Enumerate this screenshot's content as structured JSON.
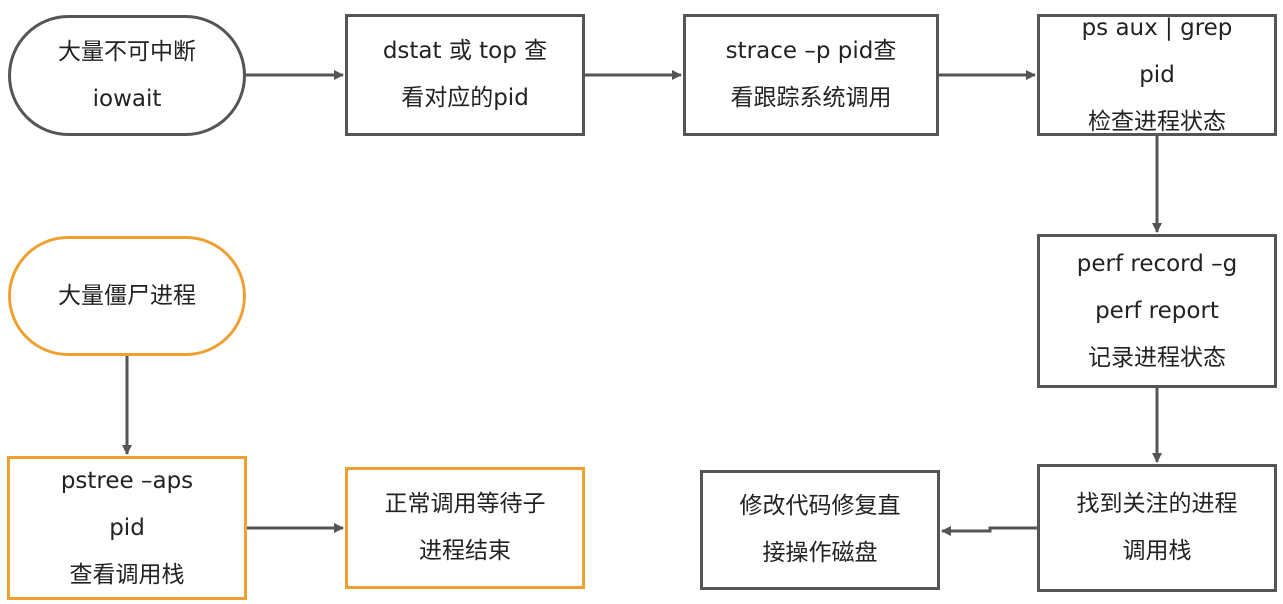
{
  "colors": {
    "gray": "#555555",
    "orange": "#f0a030"
  },
  "nodes": {
    "iowait": [
      "大量不可中断",
      "iowait"
    ],
    "dstat": [
      "dstat 或 top 查",
      "看对应的pid"
    ],
    "strace": [
      "strace –p pid查",
      "看跟踪系统调用"
    ],
    "ps": [
      "ps aux | grep",
      "pid",
      "检查进程状态"
    ],
    "perf": [
      "perf record –g",
      "perf report",
      "记录进程状态"
    ],
    "find_stack": [
      "找到关注的进程",
      "调用栈"
    ],
    "fix_code": [
      "修改代码修复直",
      "接操作磁盘"
    ],
    "zombie": [
      "大量僵尸进程"
    ],
    "pstree": [
      "pstree –aps",
      "pid",
      "查看调用栈"
    ],
    "normal": [
      "正常调用等待子",
      "进程结束"
    ]
  }
}
